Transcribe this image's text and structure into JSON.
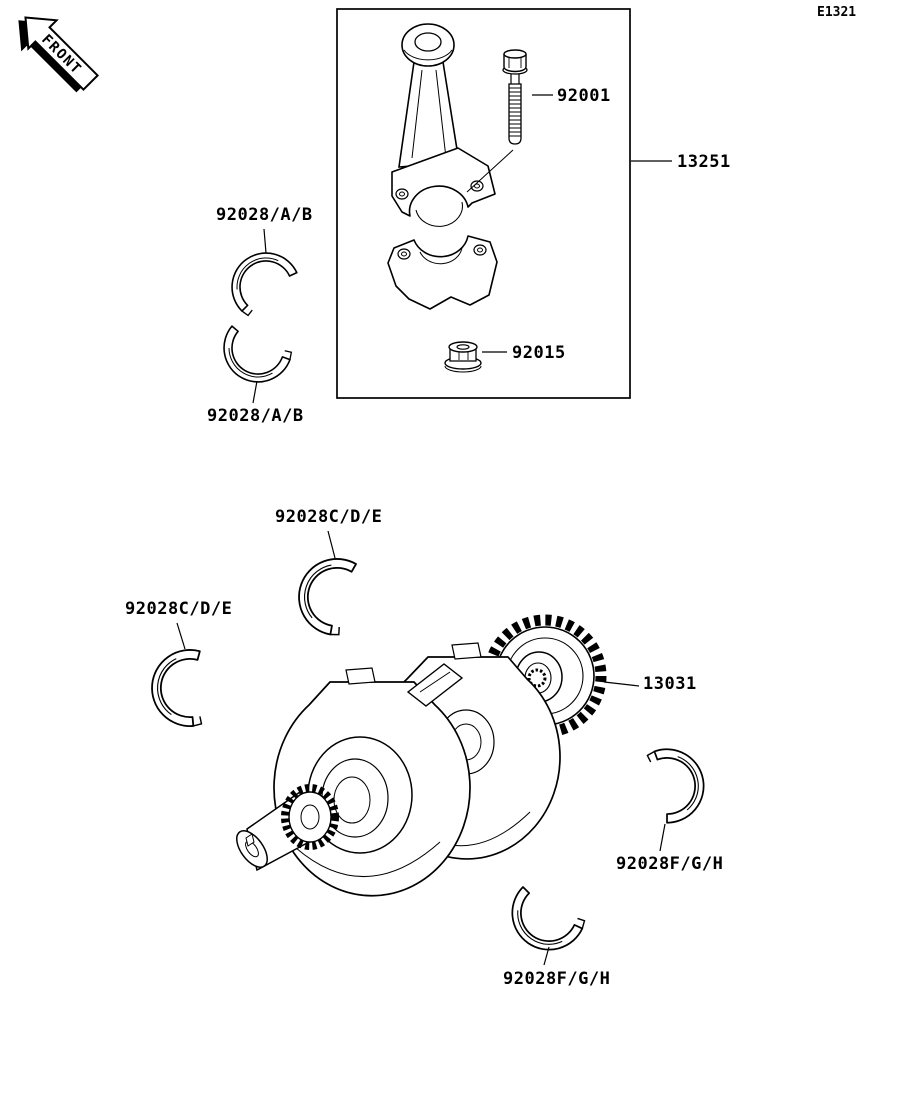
{
  "page": {
    "code": "E1321",
    "front_label": "FRONT"
  },
  "parts": {
    "conrod_assembly": "13251",
    "bolt": "92001",
    "nut": "92015",
    "conrod_bearing_upper": "92028/A/B",
    "conrod_bearing_lower": "92028/A/B",
    "main_bearing_upper": "92028C/D/E",
    "main_bearing_left": "92028C/D/E",
    "primary_gear": "13031",
    "main_bearing_right": "92028F/G/H",
    "main_bearing_lower": "92028F/G/H"
  },
  "colors": {
    "line": "#000000",
    "background": "#ffffff"
  }
}
